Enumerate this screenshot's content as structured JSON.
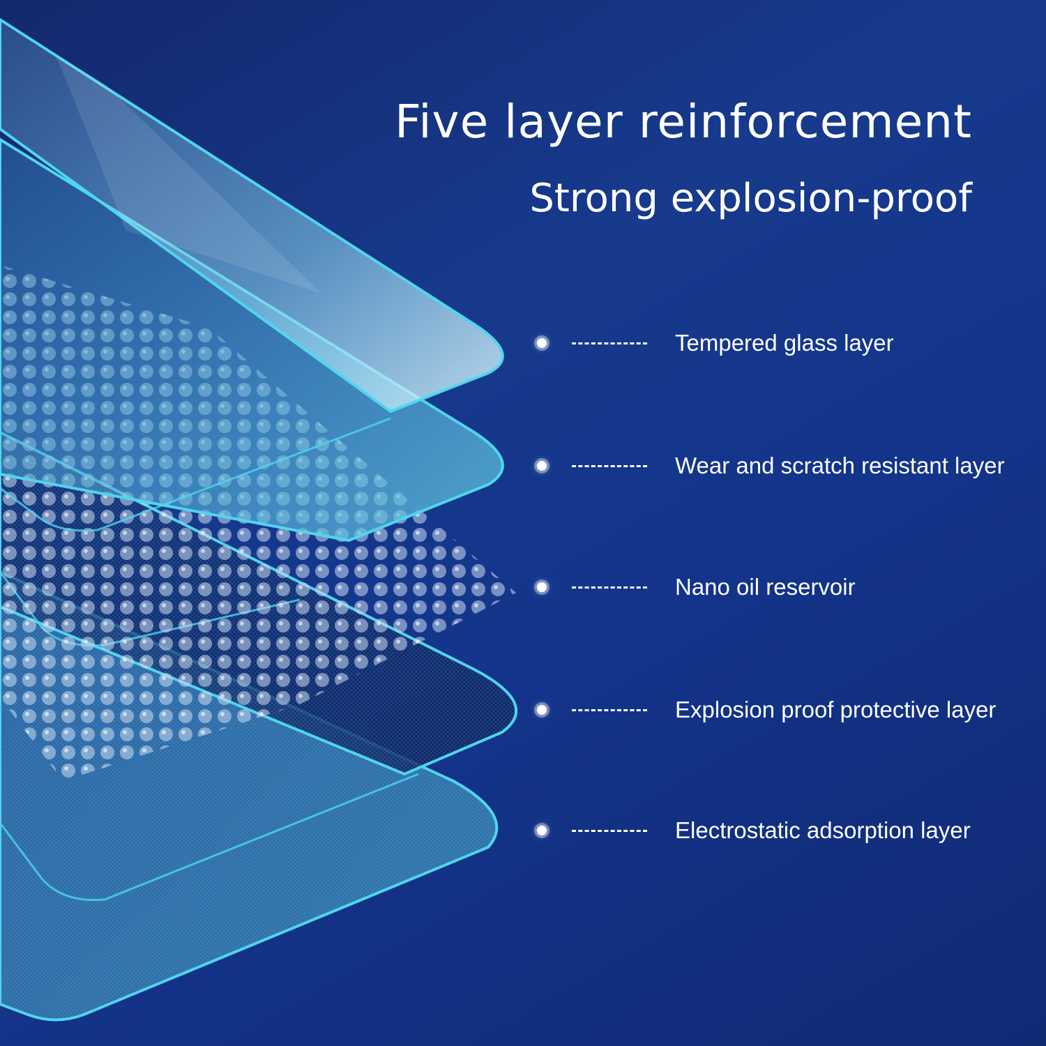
{
  "heading": {
    "title": "Five layer reinforcement",
    "subtitle": "Strong explosion-proof"
  },
  "layers": [
    {
      "label": "Tempered glass layer"
    },
    {
      "label": "Wear and scratch resistant layer"
    },
    {
      "label": "Nano oil reservoir"
    },
    {
      "label": "Explosion proof protective layer"
    },
    {
      "label": "Electrostatic adsorption layer"
    }
  ],
  "colors": {
    "background": "#173a8c",
    "glass_edge": "#4fd6ef",
    "glass_fill": "#5cc3df",
    "text": "#ffffff"
  }
}
